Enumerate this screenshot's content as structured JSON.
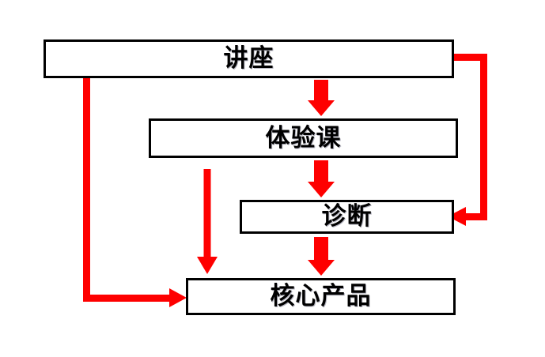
{
  "diagram": {
    "title": "",
    "colors": {
      "node_border": "#000000",
      "node_fill": "#ffffff",
      "node_text": "#000000",
      "connector": "#fe0000",
      "background": "#ffffff"
    },
    "nodes": [
      {
        "id": "lecture",
        "label": "讲座"
      },
      {
        "id": "trial",
        "label": "体验课"
      },
      {
        "id": "diagnosis",
        "label": "诊断"
      },
      {
        "id": "core",
        "label": "核心产品"
      }
    ],
    "connectors": [
      {
        "id": "lecture-trial",
        "from": "lecture",
        "to": "trial",
        "style": "block-arrow",
        "direction": "down"
      },
      {
        "id": "trial-diagnosis",
        "from": "trial",
        "to": "diagnosis",
        "style": "block-arrow",
        "direction": "down"
      },
      {
        "id": "diagnosis-core",
        "from": "diagnosis",
        "to": "core",
        "style": "block-arrow",
        "direction": "down"
      },
      {
        "id": "trial-core",
        "from": "trial",
        "to": "core",
        "style": "line-arrow",
        "direction": "down"
      },
      {
        "id": "lecture-core",
        "from": "lecture",
        "to": "core",
        "style": "elbow-arrow",
        "direction": "left-down-right"
      },
      {
        "id": "lecture-diagnosis",
        "from": "lecture",
        "to": "diagnosis",
        "style": "elbow-arrow",
        "direction": "right-down-left"
      }
    ]
  }
}
